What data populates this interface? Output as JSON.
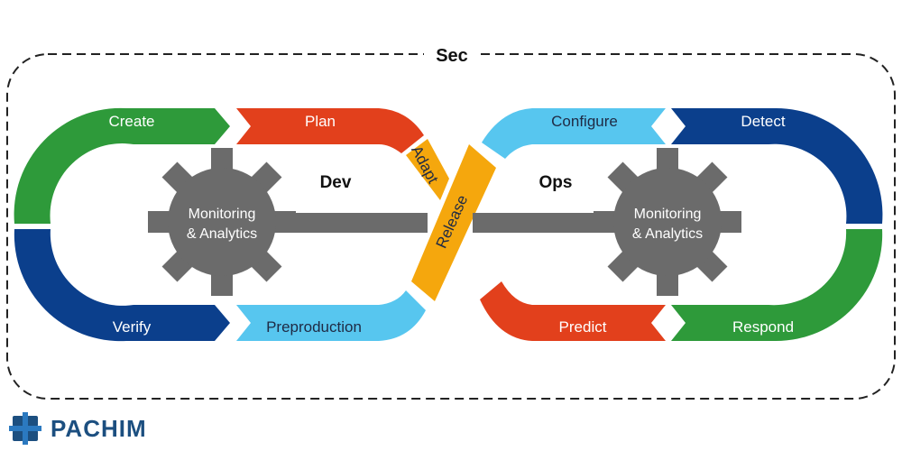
{
  "frame": {
    "label": "Sec"
  },
  "sections": {
    "dev": "Dev",
    "ops": "Ops"
  },
  "segments": {
    "create": "Create",
    "plan": "Plan",
    "adapt": "Adapt",
    "release": "Release",
    "configure": "Configure",
    "detect": "Detect",
    "verify": "Verify",
    "preproduction": "Preproduction",
    "predict": "Predict",
    "respond": "Respond"
  },
  "gears": {
    "left": {
      "line1": "Monitoring",
      "line2": "& Analytics"
    },
    "right": {
      "line1": "Monitoring",
      "line2": "& Analytics"
    }
  },
  "brand": {
    "name": "PACHIM"
  },
  "colors": {
    "green": "#2e9a3a",
    "blue": "#0b3f8c",
    "red": "#e2401c",
    "orange": "#f5a70d",
    "light_blue": "#57c6ef",
    "gear": "#6b6b6b",
    "brand": "#1c4f80"
  }
}
